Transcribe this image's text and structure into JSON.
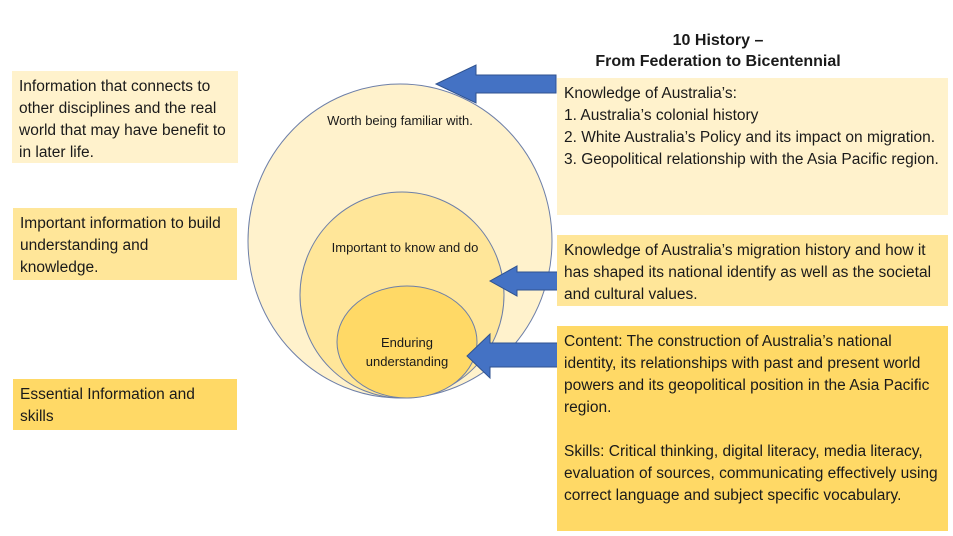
{
  "title": {
    "line1": "10 History –",
    "line2": "From Federation to Bicentennial"
  },
  "circles": {
    "outer": "Worth being familiar with.",
    "middle": "Important to know and do",
    "inner_line1": "Enduring",
    "inner_line2": "understanding"
  },
  "left_boxes": [
    "Information that connects to other disciplines and the real world that may have benefit to in later life.",
    "Important information to build understanding and knowledge.",
    "Essential Information and skills"
  ],
  "right_boxes": {
    "familiar": {
      "heading": "Knowledge of Australia’s:",
      "items": [
        "1. Australia’s colonial history",
        "2. White Australia’s Policy and its impact on migration.",
        "3. Geopolitical relationship with the Asia Pacific region."
      ]
    },
    "important": "Knowledge of Australia’s migration history and how it has shaped its national identify as well as the societal and cultural values.",
    "enduring": {
      "content": "Content: The construction of Australia’s national identity, its relationships with past and present world powers and its geopolitical position in the Asia Pacific region.",
      "skills": "Skills: Critical thinking, digital literacy, media literacy, evaluation of sources, communicating effectively using correct language and subject specific vocabulary."
    }
  },
  "colors": {
    "light": "#fff2cc",
    "medium": "#ffe699",
    "dark": "#ffd966",
    "arrow": "#4472c4",
    "outline": "#5a73a8"
  }
}
